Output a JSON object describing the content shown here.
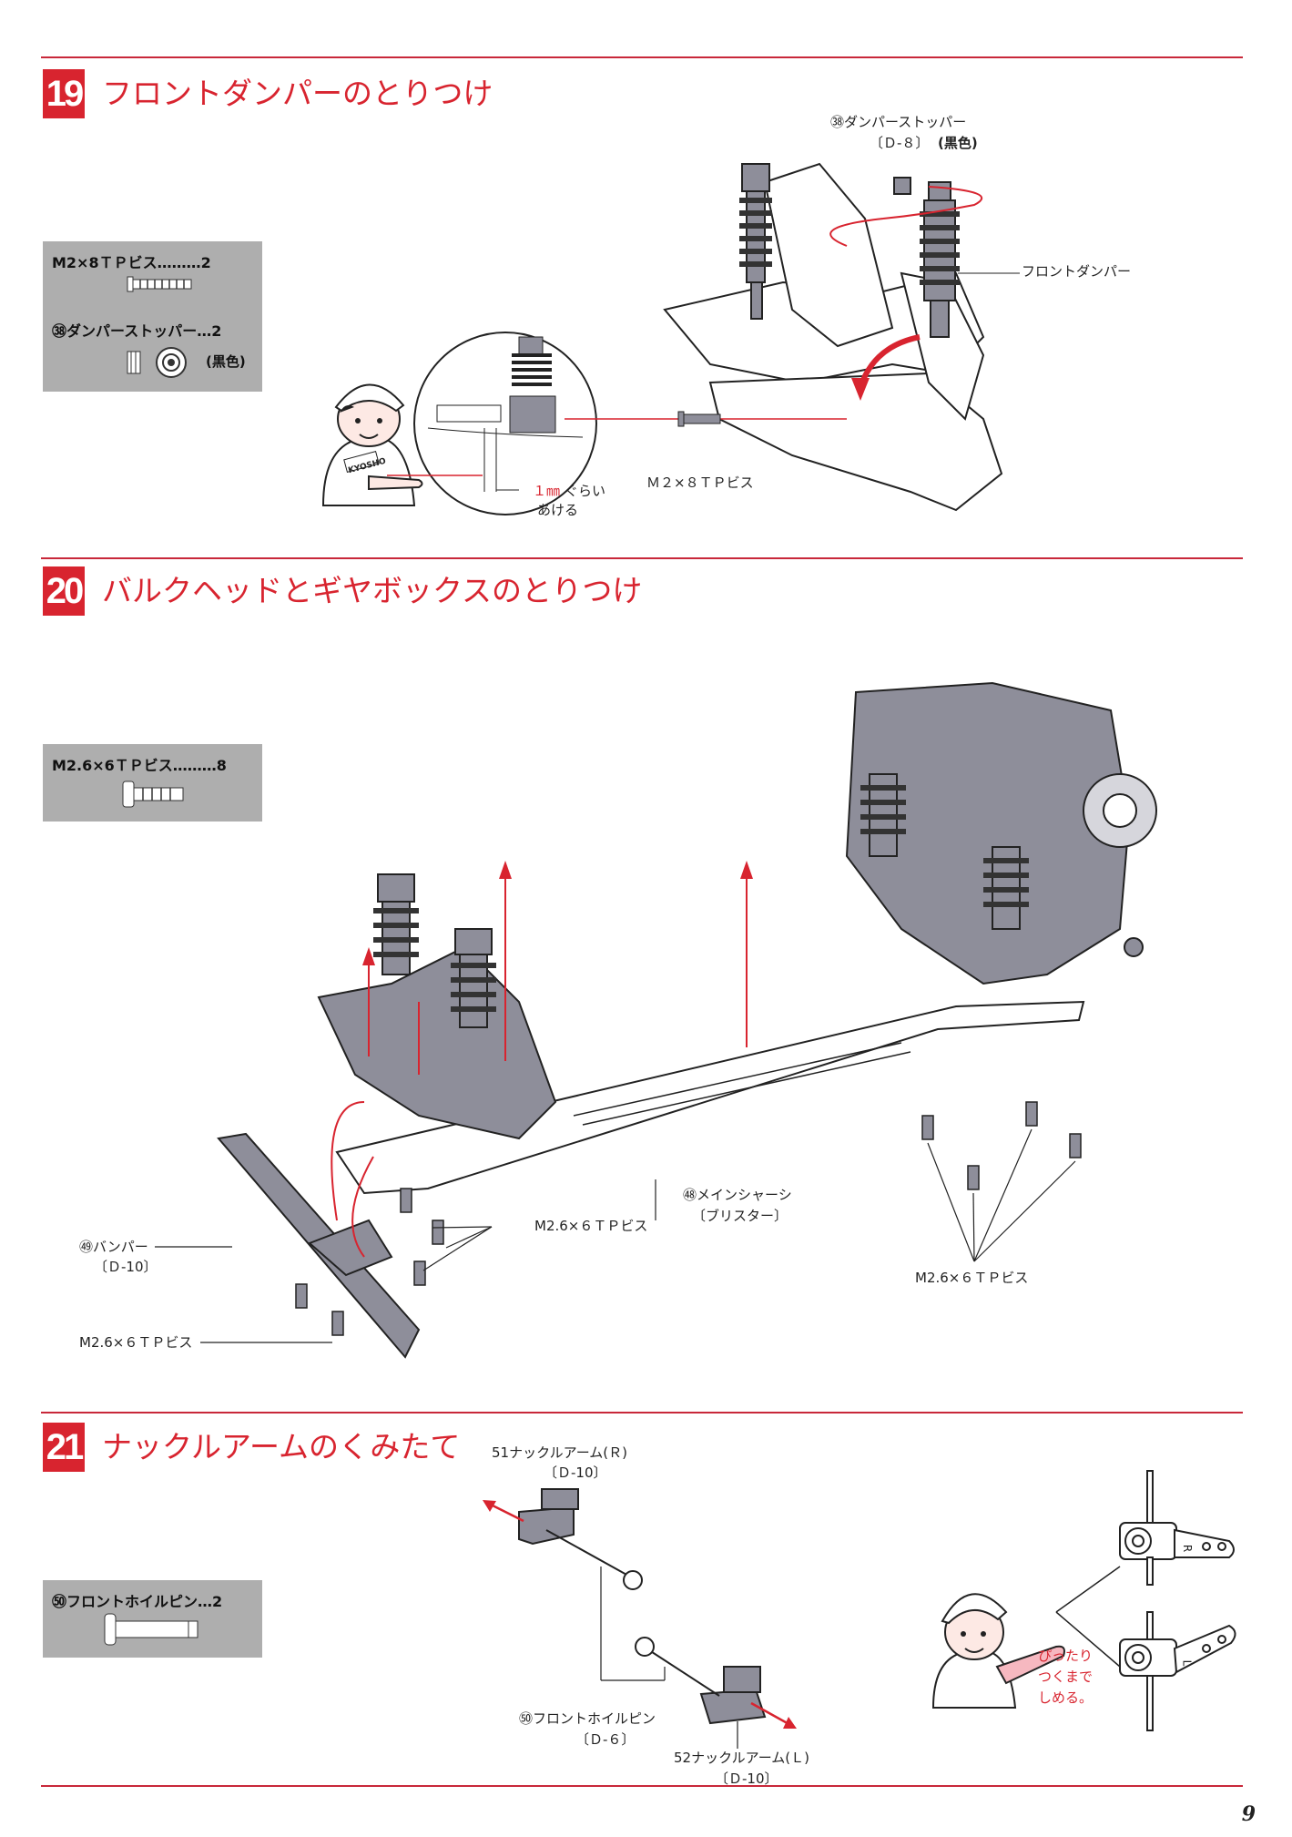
{
  "page_number": "9",
  "colors": {
    "accent": "#d8242f",
    "parts_box": "#aeaeae",
    "part_gray": "#8e8e9a"
  },
  "step19": {
    "number": "19",
    "title": "フロントダンパーのとりつけ",
    "parts": {
      "line1": "M2×8ＴＰビス………2",
      "line2": "㊳ダンパーストッパー…2",
      "line2_note": "(黒色)"
    },
    "labels": {
      "stopper_name": "㊳ダンパーストッパー",
      "stopper_code": "〔Ｄ-８〕",
      "stopper_color": "(黒色)",
      "front_damper": "フロントダンパー",
      "screw": "Ｍ２×８ＴＰビス",
      "gap_value": "１㎜",
      "gap_text1": "ぐらい",
      "gap_text2": "あける"
    }
  },
  "step20": {
    "number": "20",
    "title": "バルクヘッドとギヤボックスのとりつけ",
    "parts": {
      "line1": "M2.6×6ＴＰビス………8"
    },
    "labels": {
      "main_chassis": "㊽メインシャーシ",
      "main_chassis_code": "〔ブリスター〕",
      "bumper": "㊾バンパー",
      "bumper_code": "〔Ｄ-10〕",
      "screw_center": "M2.6×６ＴＰビス",
      "screw_right": "M2.6×６ＴＰビス",
      "screw_left": "M2.6×６ＴＰビス"
    }
  },
  "step21": {
    "number": "21",
    "title": "ナックルアームのくみたて",
    "parts": {
      "line1": "㊿フロントホイルピン…2"
    },
    "labels": {
      "knuckle_r": "51ナックルアーム(Ｒ)",
      "knuckle_r_code": "〔Ｄ-10〕",
      "wheel_pin": "㊿フロントホイルピン",
      "wheel_pin_code": "〔Ｄ-６〕",
      "knuckle_l": "52ナックルアーム(Ｌ)",
      "knuckle_l_code": "〔Ｄ-10〕",
      "tip1": "ぴったり",
      "tip2": "つくまで",
      "tip3": "しめる。",
      "mark_r": "R",
      "mark_l": "L"
    }
  },
  "mascot_logo": "KYOSHO"
}
